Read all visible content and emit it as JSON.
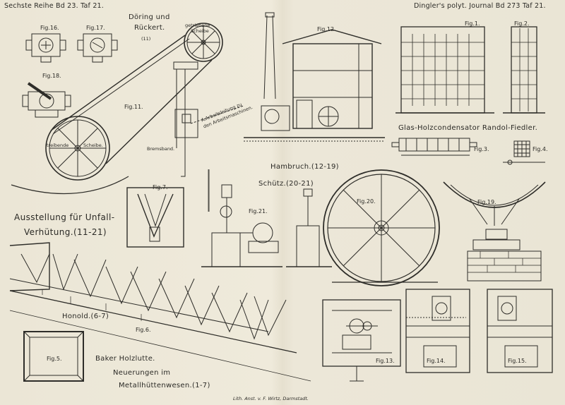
{
  "header": {
    "left": "Sechste Reihe Bd 23. Taf 21.",
    "right": "Dingler's polyt. Journal Bd 273 Taf 21."
  },
  "titles": {
    "doering_line1": "Döring und",
    "doering_line2": "Rückert.",
    "doering_ref": "(11)",
    "hambruch": "Hambruch.(12-19)",
    "schuetz": "Schütz.(20-21)",
    "glas": "Glas-Holzcondensator Randol-Fiedler.",
    "ausstellung_line1": "Ausstellung für Unfall-",
    "ausstellung_line2": "Verhütung.(11-21)",
    "honold": "Honold.(6-7)",
    "baker": "Baker Holzlutte.",
    "neuerungen_line1": "Neuerungen im",
    "neuerungen_line2": "Metallhüttenwesen.(1-7)"
  },
  "figures": {
    "fig1": "Fig.1.",
    "fig2": "Fig.2.",
    "fig3": "Fig.3.",
    "fig4": "Fig.4.",
    "fig5": "Fig.5.",
    "fig6": "Fig.6.",
    "fig7": "Fig.7.",
    "fig11": "Fig.11.",
    "fig12": "Fig.12.",
    "fig13": "Fig.13.",
    "fig14": "Fig.14.",
    "fig15": "Fig.15.",
    "fig16": "Fig.16.",
    "fig17": "Fig.17.",
    "fig18": "Fig.18.",
    "fig19": "Fig.19.",
    "fig20": "Fig.20.",
    "fig21": "Fig.21."
  },
  "annotations": {
    "getriebene": "getriebene",
    "scheibe_top": "Scheibe",
    "treibende": "treibende",
    "scheibe": "Scheibe.",
    "bremsband": "Bremsband.",
    "arbeits_line1": "A.Arbeitsleitung zu",
    "arbeits_line2": "den Arbeitsmaschinen."
  },
  "footer": {
    "imprint": "Lith. Anst. v. F. Wirtz, Darmstadt."
  }
}
